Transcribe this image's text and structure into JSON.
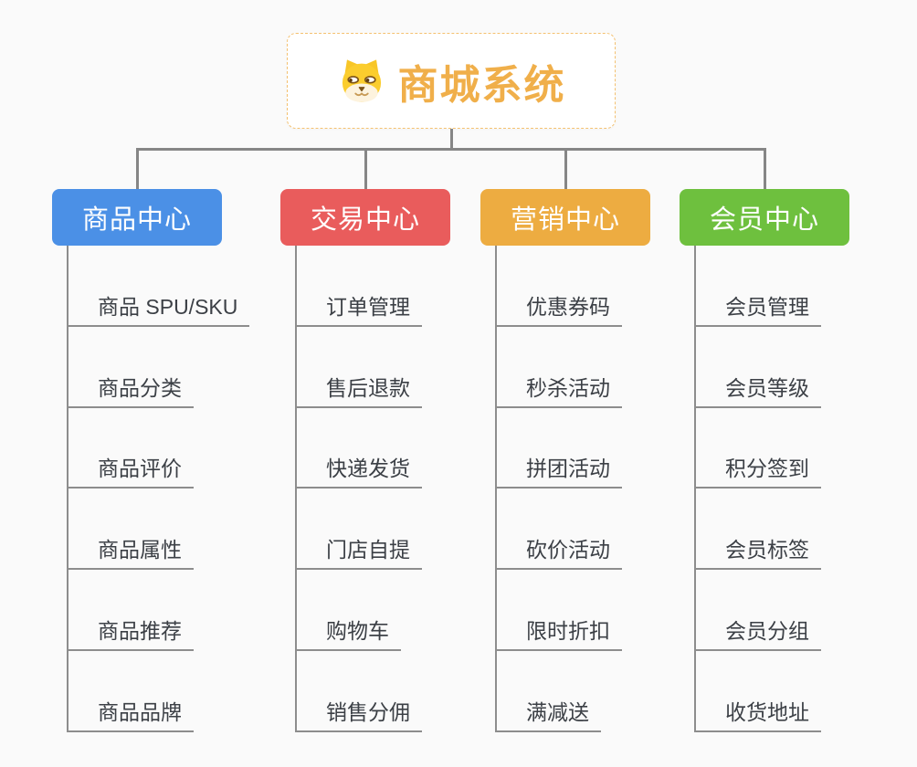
{
  "canvas": {
    "background": "#fafafa"
  },
  "root": {
    "label": "商城系统",
    "icon": "doge-icon",
    "text_color": "#f0af4a",
    "border_color": "#f4c170"
  },
  "connector_color": "#868686",
  "branches": [
    {
      "label": "商品中心",
      "color": "#4b90e6",
      "items": [
        "商品 SPU/SKU",
        "商品分类",
        "商品评价",
        "商品属性",
        "商品推荐",
        "商品品牌"
      ]
    },
    {
      "label": "交易中心",
      "color": "#e95c5c",
      "items": [
        "订单管理",
        "售后退款",
        "快递发货",
        "门店自提",
        "购物车",
        "销售分佣"
      ]
    },
    {
      "label": "营销中心",
      "color": "#edac41",
      "items": [
        "优惠券码",
        "秒杀活动",
        "拼团活动",
        "砍价活动",
        "限时折扣",
        "满减送"
      ]
    },
    {
      "label": "会员中心",
      "color": "#6ec03e",
      "items": [
        "会员管理",
        "会员等级",
        "积分签到",
        "会员标签",
        "会员分组",
        "收货地址"
      ]
    }
  ]
}
